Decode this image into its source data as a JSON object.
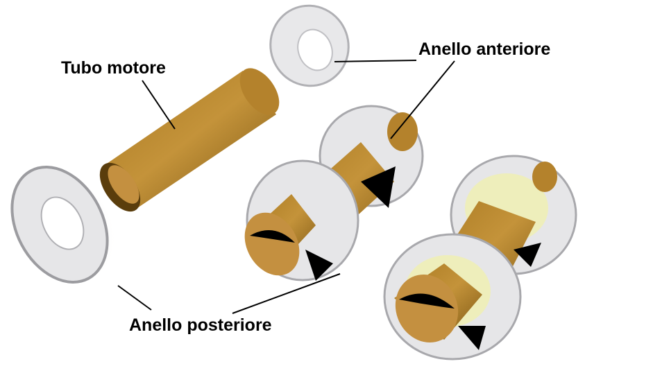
{
  "labels": {
    "tube": "Tubo motore",
    "front_ring": "Anello anteriore",
    "rear_ring": "Anello posteriore"
  },
  "colors": {
    "tube": "#b8862e",
    "tube_dark": "#5a3d0c",
    "ring": "#e6e6e8",
    "ring_edge": "#a8a8ac",
    "glue": "#eeeebb"
  }
}
